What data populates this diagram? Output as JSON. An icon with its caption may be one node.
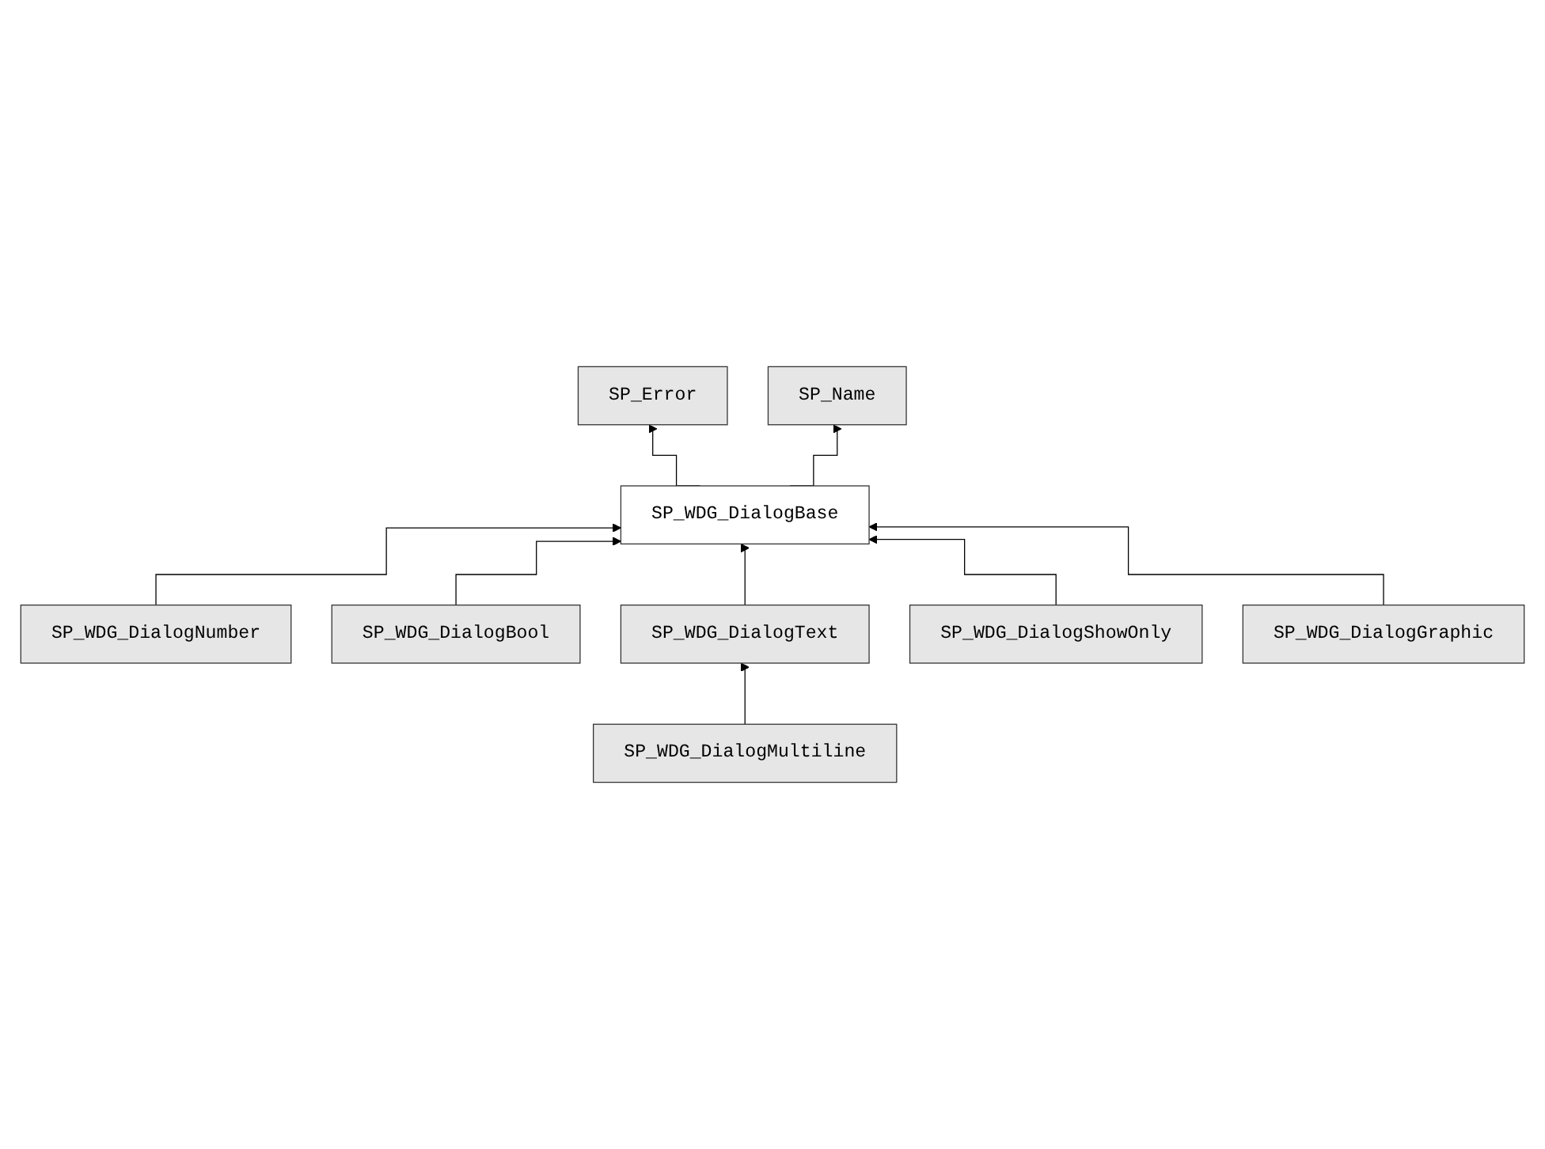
{
  "diagram": {
    "nodes": [
      {
        "text": [
          "SP_Error"
        ]
      },
      {
        "text": [
          "SP_Name"
        ]
      },
      {
        "text": [
          "SP_WDG_DialogBase"
        ]
      },
      {
        "text": [
          "SP_WDG_DialogNumber"
        ]
      },
      {
        "text": [
          "SP_WDG_DialogBool"
        ]
      },
      {
        "text": [
          "SP_WDG_DialogText"
        ]
      },
      {
        "text": [
          "SP_WDG_DialogShowOnly"
        ]
      },
      {
        "text": [
          "SP_WDG_DialogMultiline"
        ]
      },
      {
        "text": [
          "SP_WDG_DialogGraphic"
        ]
      }
    ],
    "edges": [
      {
        "from": 2,
        "to": 0,
        "arrow": "to"
      },
      {
        "from": 2,
        "to": 1,
        "arrow": "to"
      },
      {
        "from": 3,
        "to": 2,
        "arrow": "to"
      },
      {
        "from": 4,
        "to": 2,
        "arrow": "to"
      },
      {
        "from": 5,
        "to": 2,
        "arrow": "to"
      },
      {
        "from": 6,
        "to": 2,
        "arrow": "to"
      },
      {
        "from": 8,
        "to": 2,
        "arrow": "to"
      },
      {
        "from": 7,
        "to": 5,
        "arrow": "to"
      }
    ]
  }
}
